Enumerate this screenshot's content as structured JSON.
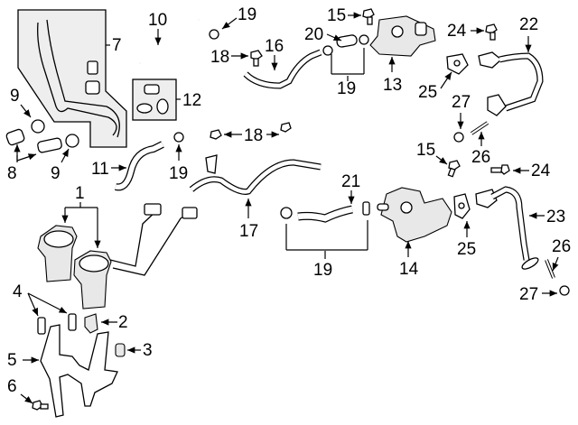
{
  "diagram": {
    "type": "exploded-parts-diagram",
    "callouts": {
      "c1": "1",
      "c2": "2",
      "c3": "3",
      "c4": "4",
      "c5": "5",
      "c6": "6",
      "c7": "7",
      "c8": "8",
      "c9a": "9",
      "c9b": "9",
      "c10": "10",
      "c11": "11",
      "c12": "12",
      "c13": "13",
      "c14": "14",
      "c15a": "15",
      "c15b": "15",
      "c16": "16",
      "c17": "17",
      "c18a": "18",
      "c18b": "18",
      "c19a": "19",
      "c19b": "19",
      "c19c": "19",
      "c19d": "19",
      "c20": "20",
      "c21": "21",
      "c22": "22",
      "c23": "23",
      "c24a": "24",
      "c24b": "24",
      "c25a": "25",
      "c25b": "25",
      "c26a": "26",
      "c26b": "26",
      "c27a": "27",
      "c27b": "27"
    }
  }
}
